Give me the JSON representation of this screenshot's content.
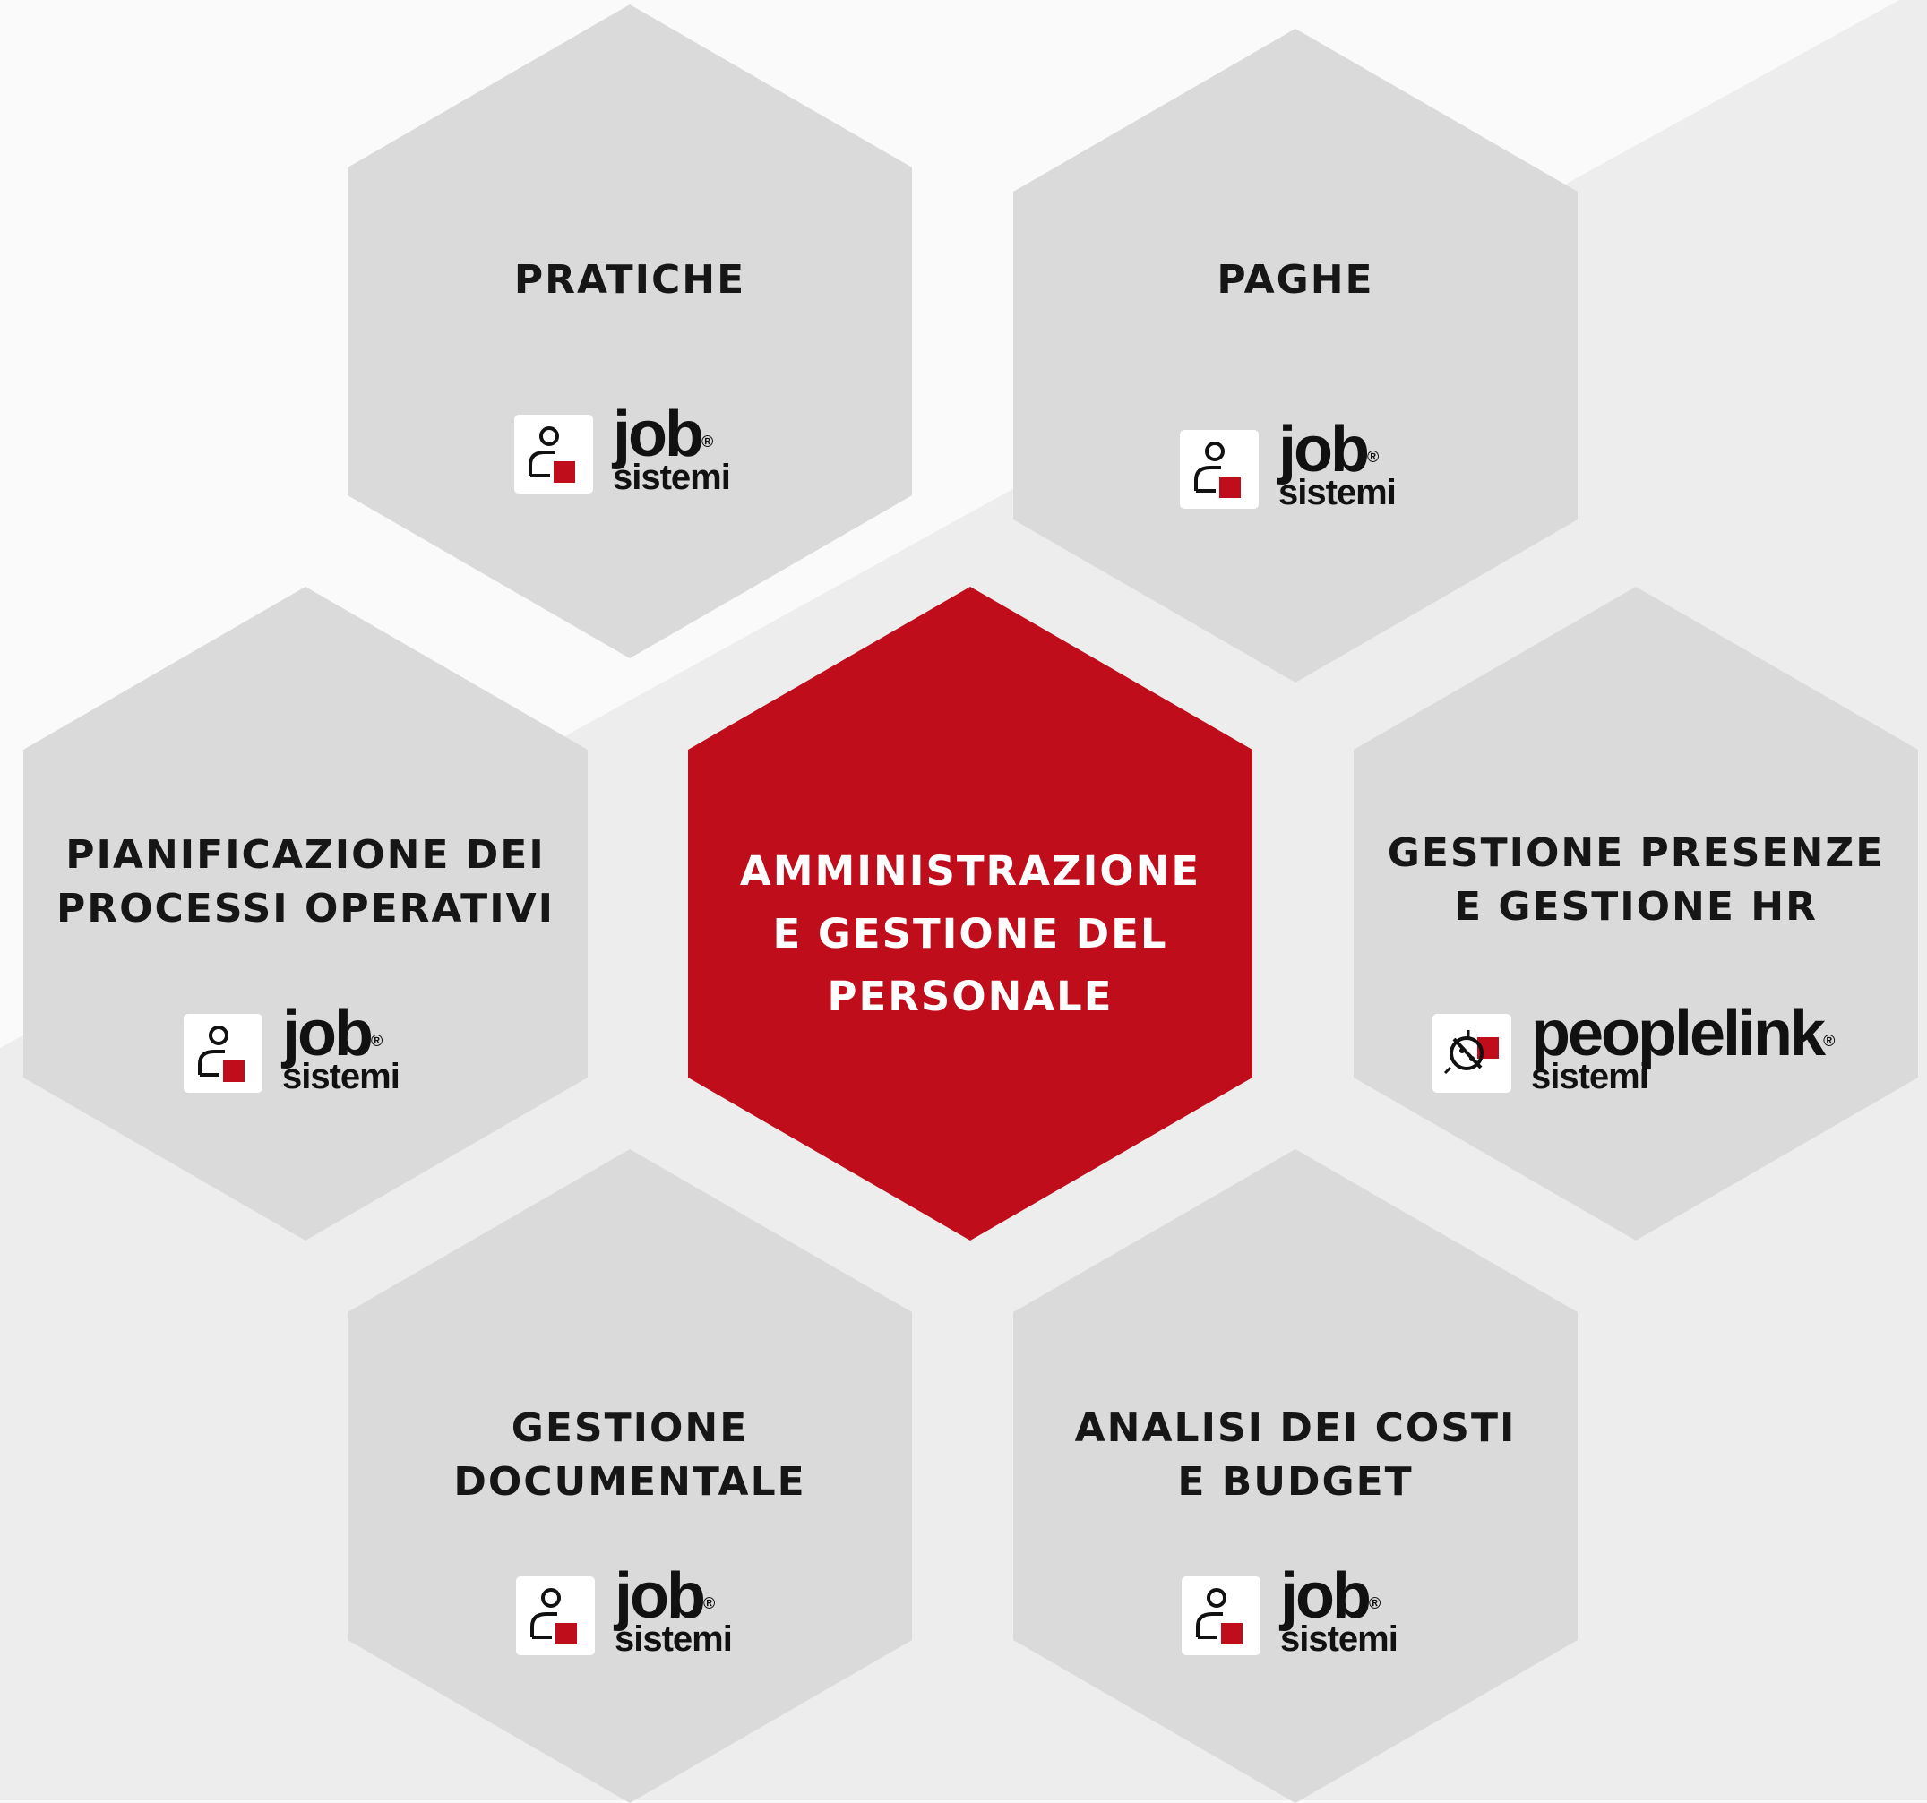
{
  "colors": {
    "background_light": "#fafafa",
    "background_band": "#ededed",
    "hexagon_gray": "#dadada",
    "hexagon_red": "#c00d1b",
    "title_text": "#161616",
    "center_text": "#ffffff"
  },
  "center": {
    "title": "AMMINISTRAZIONE\nE GESTIONE DEL\nPERSONALE"
  },
  "hexagons": [
    {
      "title": "PRATICHE",
      "logo": {
        "brand": "job",
        "reg": "®",
        "sub": "sistemi",
        "icon": "person-icon"
      }
    },
    {
      "title": "PAGHE",
      "logo": {
        "brand": "job",
        "reg": "®",
        "sub": "sistemi",
        "icon": "person-icon"
      }
    },
    {
      "title": "PIANIFICAZIONE DEI\nPROCESSI OPERATIVI",
      "logo": {
        "brand": "job",
        "reg": "®",
        "sub": "sistemi",
        "icon": "person-icon"
      }
    },
    {
      "title": "GESTIONE PRESENZE\nE GESTIONE HR",
      "logo": {
        "brand": "peoplelink",
        "reg": "®",
        "sub": "sistemi",
        "icon": "ladybug-icon"
      }
    },
    {
      "title": "GESTIONE\nDOCUMENTALE",
      "logo": {
        "brand": "job",
        "reg": "®",
        "sub": "sistemi",
        "icon": "person-icon"
      }
    },
    {
      "title": "ANALISI DEI COSTI\nE BUDGET",
      "logo": {
        "brand": "job",
        "reg": "®",
        "sub": "sistemi",
        "icon": "person-icon"
      }
    }
  ]
}
